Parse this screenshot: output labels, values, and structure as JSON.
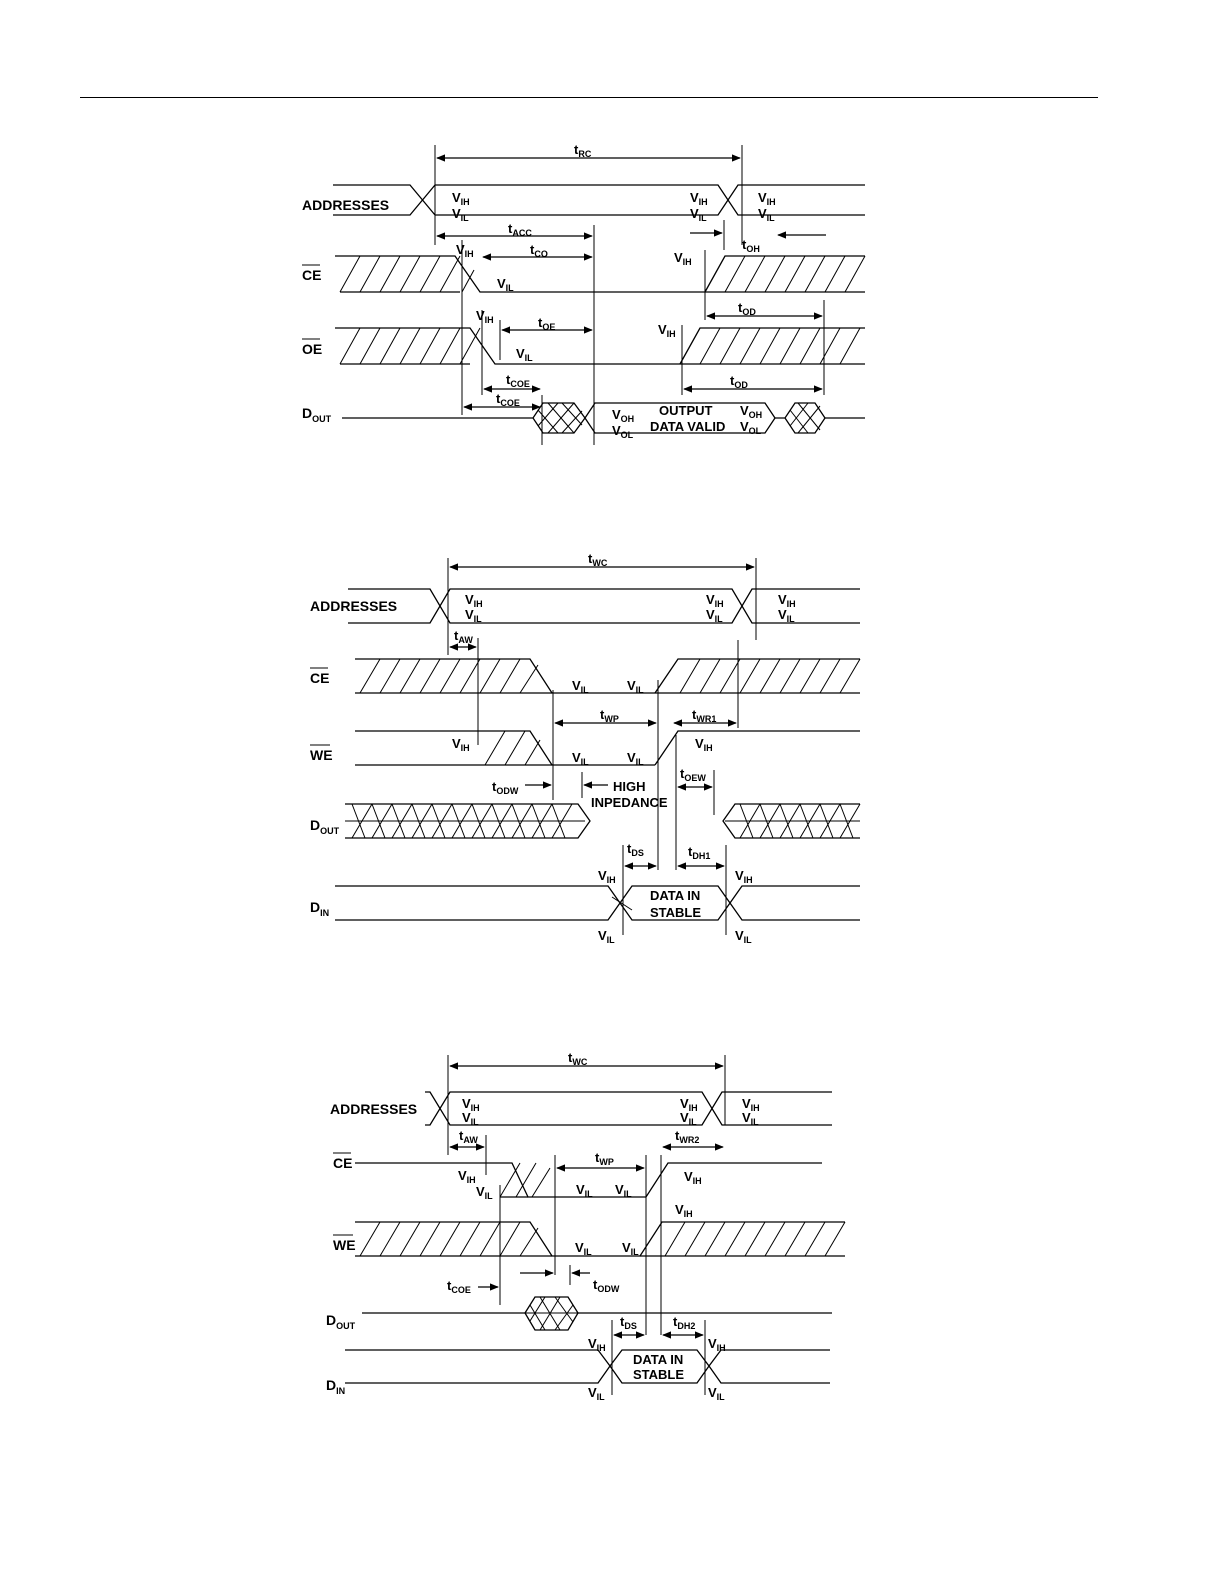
{
  "diagrams": [
    {
      "signals": [
        "ADDRESSES",
        "CE",
        "OE",
        "D",
        "OUT"
      ],
      "labels": {
        "rc": "RC",
        "acc": "ACC",
        "co": "CO",
        "oe": "OE",
        "coe": "COE",
        "oh": "OH",
        "od": "OD",
        "out1": "OUTPUT",
        "out2": "DATA VALID"
      }
    },
    {
      "signals": [
        "ADDRESSES",
        "CE",
        "WE",
        "D",
        "OUT",
        "D",
        "IN"
      ],
      "labels": {
        "wc": "WC",
        "aw": "AW",
        "wp": "WP",
        "wr1": "WR1",
        "odw": "ODW",
        "oew": "OEW",
        "ds": "DS",
        "dh1": "DH1",
        "hi1": "HIGH",
        "hi2": "INPEDANCE",
        "din1": "DATA IN",
        "din2": "STABLE"
      }
    },
    {
      "signals": [
        "ADDRESSES",
        "CE",
        "WE",
        "D",
        "OUT",
        "D",
        "IN"
      ],
      "labels": {
        "wc": "WC",
        "aw": "AW",
        "wp": "WP",
        "wr2": "WR2",
        "coe": "COE",
        "odw": "ODW",
        "ds": "DS",
        "dh2": "DH2",
        "din1": "DATA IN",
        "din2": "STABLE"
      }
    }
  ],
  "levels": {
    "v": "V",
    "ih": "IH",
    "il": "IL",
    "oh": "OH",
    "ol": "OL",
    "t": "t"
  }
}
